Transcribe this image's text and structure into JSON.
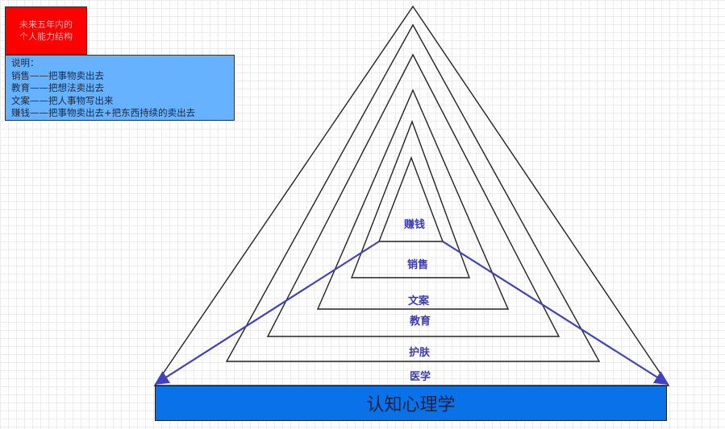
{
  "title_box": {
    "text": "未来五年内的\n个人能力结构",
    "color": "#ff0000"
  },
  "note": {
    "lines": [
      "说明：",
      "销售——把事物卖出去",
      "教育——把想法卖出去",
      "文案——把人事物写出来",
      "赚钱——把事物卖出去+把东西持续的卖出去"
    ],
    "color": "#66b2ff"
  },
  "layers": [
    {
      "label": "赚钱"
    },
    {
      "label": "销售"
    },
    {
      "label": "文案"
    },
    {
      "label": "教育"
    },
    {
      "label": "护肤"
    },
    {
      "label": "医学"
    }
  ],
  "base": {
    "label": "认知心理学",
    "color": "#0a72e8"
  },
  "colors": {
    "arrow": "#4040c0",
    "triangle_stroke": "#222222"
  }
}
